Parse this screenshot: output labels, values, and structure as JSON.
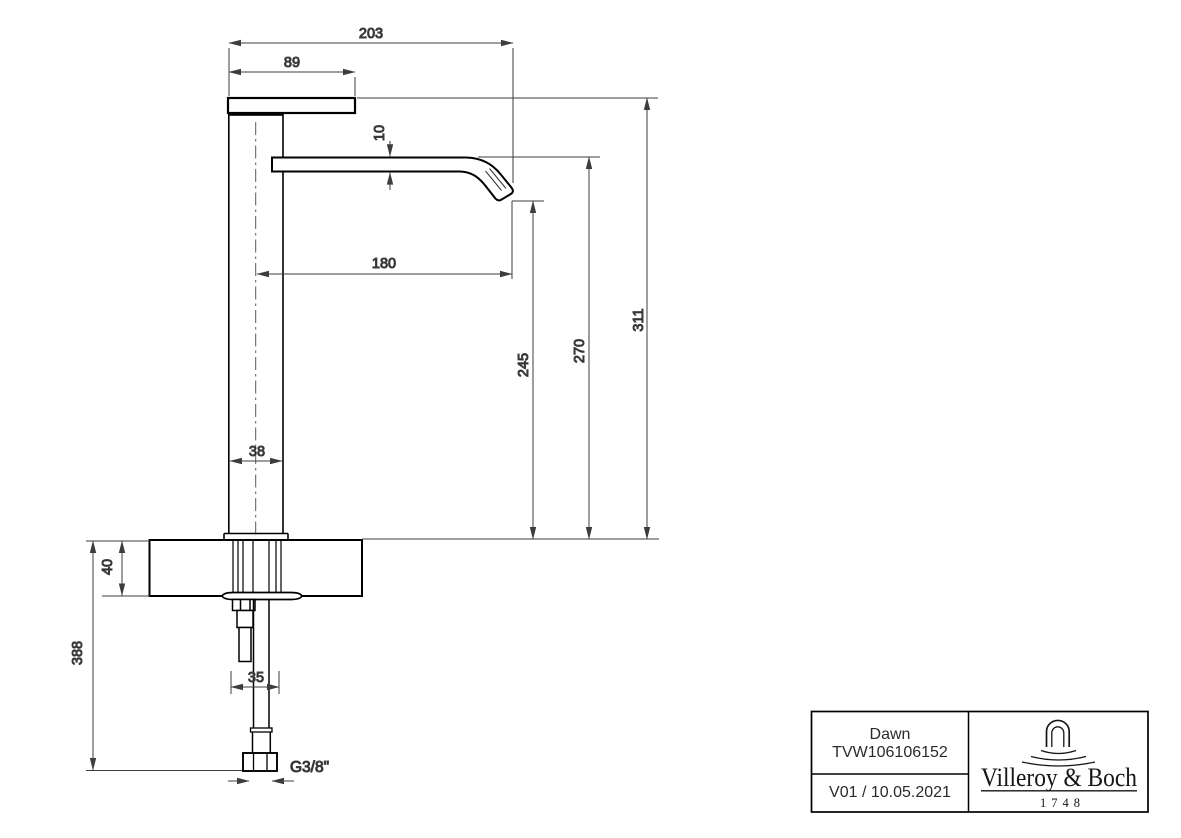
{
  "title_block": {
    "product_name": "Dawn",
    "article_number": "TVW106106152",
    "version_date": "V01 / 10.05.2021",
    "brand_name": "Villeroy & Boch",
    "brand_year": "1748"
  },
  "dimensions": {
    "overall_width": "203",
    "handle_length": "89",
    "spout_tube_height": "10",
    "spout_reach": "180",
    "spout_outlet_height": "245",
    "spout_top_height": "270",
    "overall_height": "311",
    "body_width": "38",
    "deck_thickness": "40",
    "below_deck_length": "388",
    "hose_offset": "35",
    "connection_thread": "G3/8\""
  },
  "colors": {
    "object_line": "#000000",
    "dimension_line": "#3d3d3d",
    "text": "#1f1f1f",
    "background": "#ffffff"
  }
}
